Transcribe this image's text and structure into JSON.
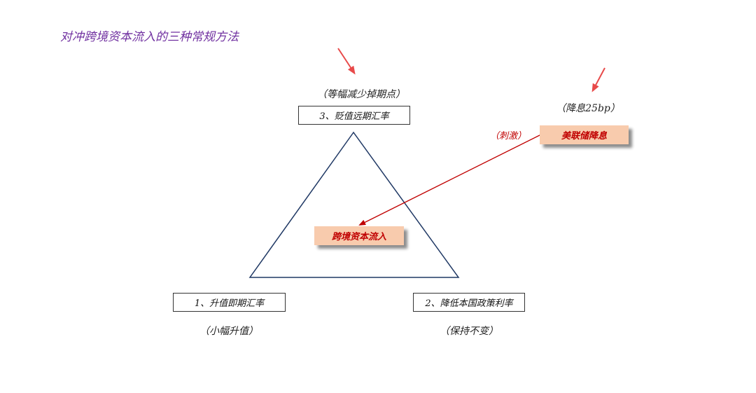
{
  "title": "对冲跨境资本流入的三种常规方法",
  "top_node": {
    "label": "3、贬值远期汇率",
    "note": "（等幅减少掉期点）"
  },
  "left_node": {
    "label": "1、升值即期汇率",
    "note": "（小幅升值）"
  },
  "right_node": {
    "label": "2、降低本国政策利率",
    "note": "（保持不变）"
  },
  "center_node": {
    "label": "跨境资本流入"
  },
  "fed_node": {
    "label": "美联储降息",
    "note": "（降息25bp）"
  },
  "arrow_label": "（刺激）",
  "colors": {
    "title": "#7030a0",
    "triangle": "#1f3864",
    "arrow": "#c00000",
    "pointer": "#e84a4a",
    "pink_fill": "#f8cbad"
  }
}
